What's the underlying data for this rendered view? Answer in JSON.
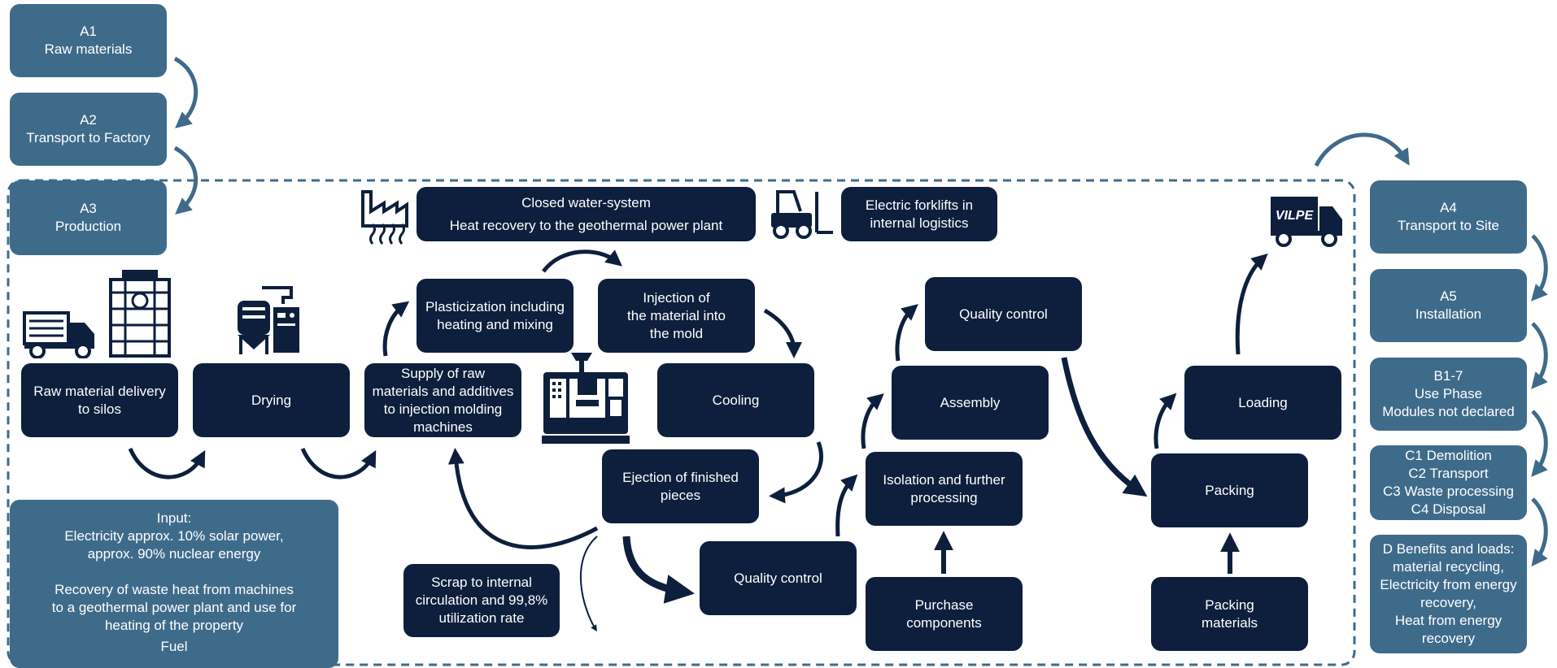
{
  "left_stages": {
    "a1": [
      "A1",
      "Raw materials"
    ],
    "a2": [
      "A2",
      "Transport to Factory"
    ],
    "a3": [
      "A3",
      "Production"
    ]
  },
  "right_stages": {
    "a4": [
      "A4",
      "Transport to Site"
    ],
    "a5": [
      "A5",
      "Installation"
    ],
    "b": [
      "B1-7",
      "Use Phase",
      "Modules not declared"
    ],
    "c": [
      "C1 Demolition",
      "C2 Transport",
      "C3 Waste processing",
      "C4 Disposal"
    ],
    "d": [
      "D Benefits and loads:",
      "material recycling,",
      "Electricity from energy",
      "recovery,",
      "Heat from energy",
      "recovery"
    ]
  },
  "process": {
    "raw_delivery": [
      "Raw material delivery",
      "to silos"
    ],
    "drying": [
      "Drying"
    ],
    "supply": [
      "Supply of raw",
      "materials and additives",
      "to injection molding",
      "machines"
    ],
    "plasticization": [
      "Plasticization including",
      "heating and mixing"
    ],
    "injection": [
      "Injection of",
      "the material into",
      "the mold"
    ],
    "cooling": [
      "Cooling"
    ],
    "ejection": [
      "Ejection of finished",
      "pieces"
    ],
    "quality_control_low": [
      "Quality control"
    ],
    "scrap": [
      "Scrap to internal",
      "circulation and 99,8%",
      "utilization rate"
    ],
    "isolation": [
      "Isolation and further",
      "processing"
    ],
    "purchase": [
      "Purchase",
      "components"
    ],
    "assembly": [
      "Assembly"
    ],
    "quality_control_high": [
      "Quality control"
    ],
    "packing": [
      "Packing"
    ],
    "packing_materials": [
      "Packing",
      "materials"
    ],
    "loading": [
      "Loading"
    ]
  },
  "info": {
    "water": [
      "Closed water-system",
      "Heat recovery to the geothermal power plant"
    ],
    "forklifts": [
      "Electric forklifts in",
      "internal logistics"
    ]
  },
  "input": {
    "title": "Input:",
    "electricity": [
      "Electricity approx. 10% solar power,",
      "approx. 90% nuclear energy"
    ],
    "recovery": [
      "Recovery of waste heat from machines",
      "to a geothermal power plant and use for",
      "heating of the property"
    ],
    "fuel": "Fuel"
  },
  "truck_logo_text": "VILPE",
  "colors": {
    "dark_box": "#0d1f3c",
    "steel_box": "#3f6b8b",
    "arrow": "#0d1f3c",
    "dashed_border": "#3f6b8b"
  },
  "icons": [
    "truck-icon",
    "silo-icon",
    "dryer-icon",
    "factory-heat-icon",
    "forklift-icon",
    "injection-machine-icon",
    "delivery-truck-icon"
  ]
}
